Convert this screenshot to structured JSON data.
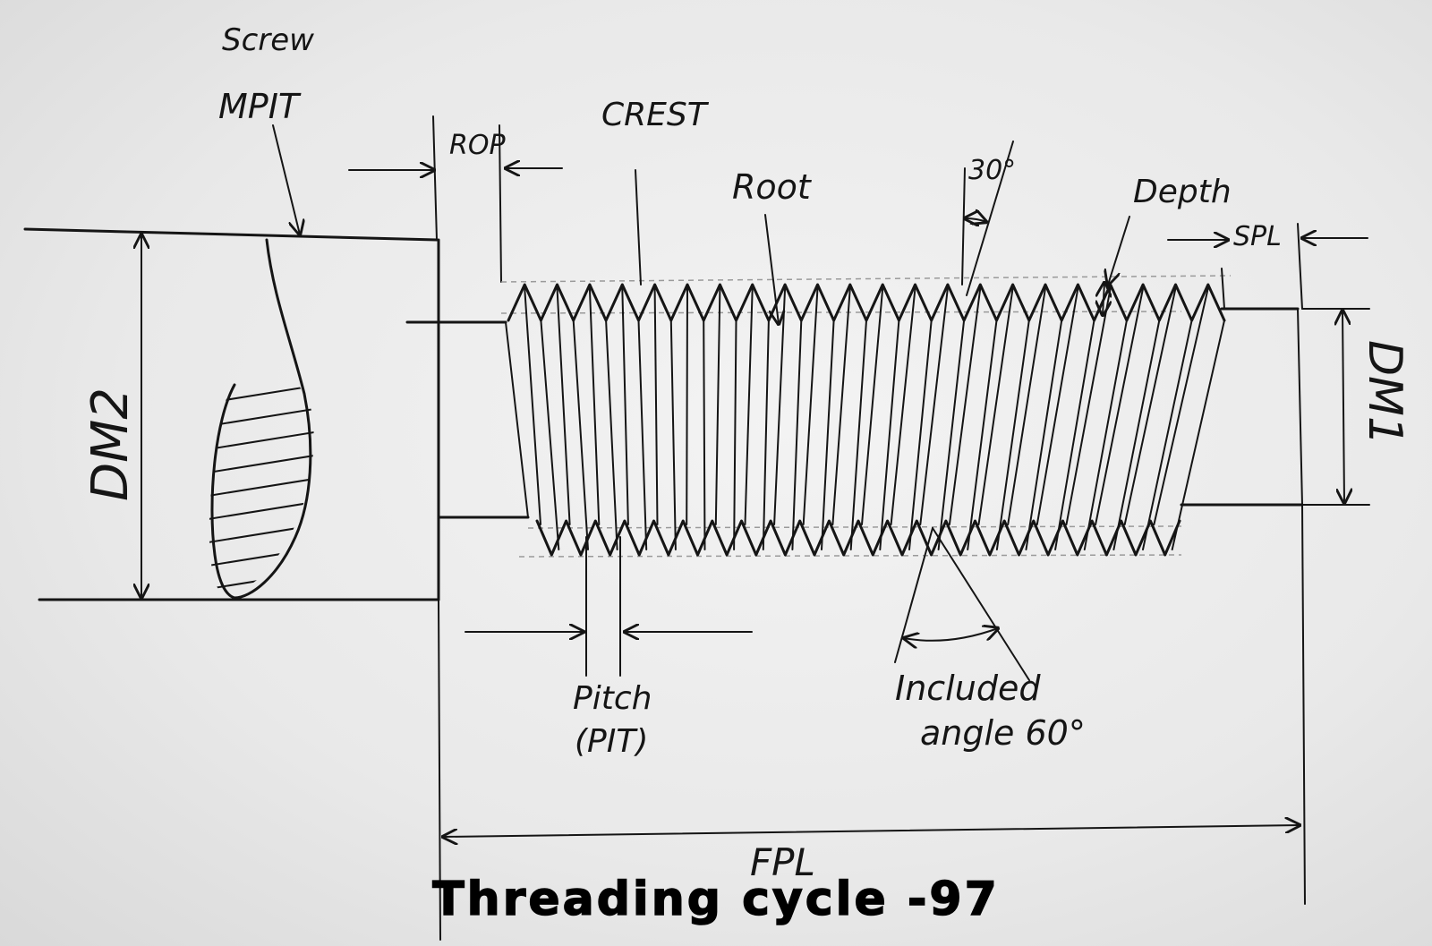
{
  "title": "Threading cycle -97",
  "labels": {
    "screw": "Screw",
    "mpit": "MPIT",
    "rop": "ROP",
    "crest": "CREST",
    "root": "Root",
    "angle30": "30°",
    "depth": "Depth",
    "spl": "SPL",
    "dm2": "DM2",
    "dm1": "DM1",
    "pitch": "Pitch",
    "pit": "(PIT)",
    "included": "Included",
    "angle60": "angle 60°",
    "fpl": "FPL"
  },
  "thread": {
    "turns": 22
  },
  "colors": {
    "ink": "#151515",
    "paper": "#eeeeee"
  }
}
